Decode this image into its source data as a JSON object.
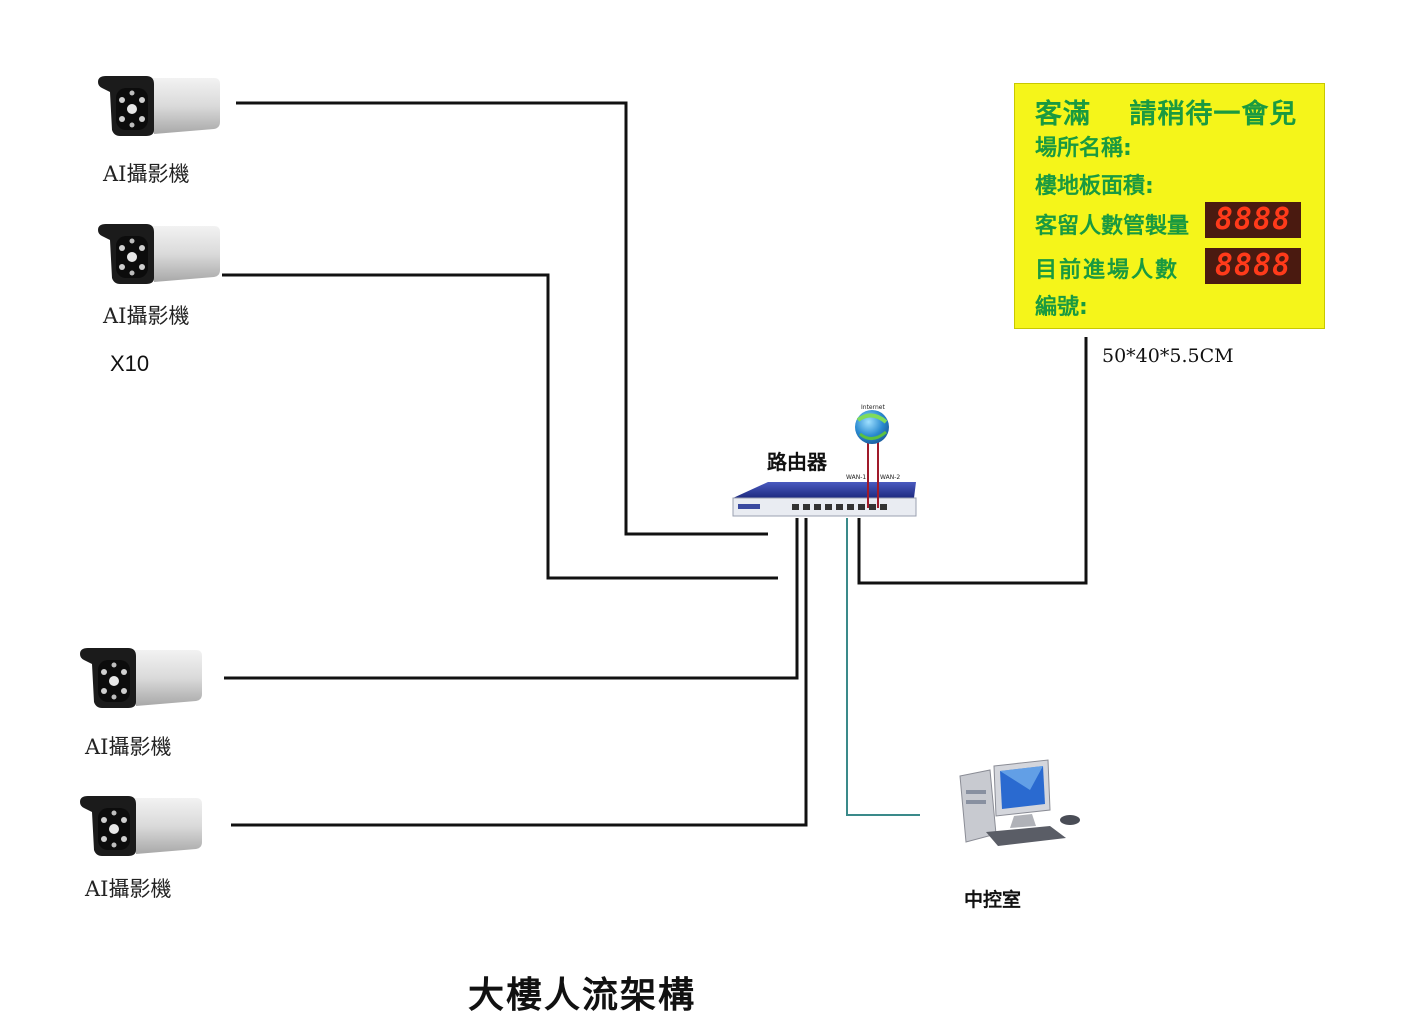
{
  "title": "大樓人流架構",
  "cameras": {
    "label": "AI攝影機",
    "count_label": "X10"
  },
  "router": {
    "label": "路由器",
    "internet_label": "Internet",
    "wan1_label": "WAN-1",
    "wan2_label": "WAN-2"
  },
  "control_room": {
    "label": "中控室"
  },
  "display_board": {
    "line1": "客滿　 請稍待一會兒",
    "line2": "場所名稱:",
    "line3": "樓地板面積:",
    "line4": "客留人數管製量",
    "line5": "目前進場人數",
    "line6": "編號:",
    "digits1": "8888",
    "digits2": "8888",
    "size": "50*40*5.5CM",
    "colors": {
      "background": "#f5f51a",
      "text": "#1a9a40",
      "led": "#ff3a1a"
    }
  },
  "colors": {
    "camera_line": "#111111",
    "pc_line": "#3a8a8a",
    "router_body": "#2a3a9a",
    "wan_cable": "#a01a2a"
  }
}
